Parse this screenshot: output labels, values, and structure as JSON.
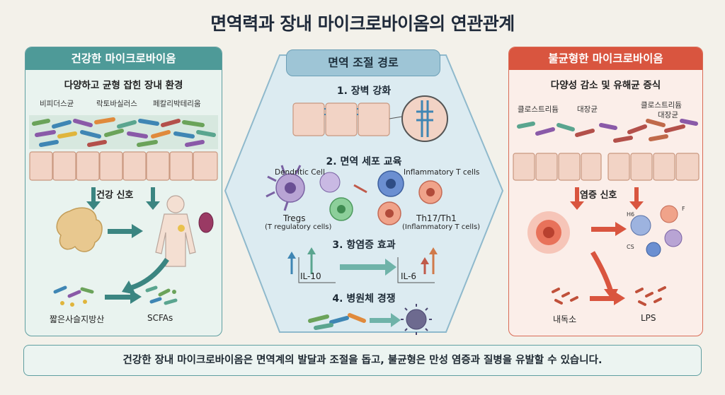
{
  "title": "면역력과 장내 마이크로바이옴의 연관관계",
  "left": {
    "header": "건강한 마이크로바이옴",
    "subtitle": "다양하고 균형 잡힌 장내 환경",
    "bacteria_labels": [
      "비피더스균",
      "락토바실러스",
      "페칼리박테리움"
    ],
    "signal": "건강 신호",
    "scfa_source": "짧은사슬지방산",
    "scfa": "SCFAs"
  },
  "center": {
    "header": "면역 조절 경로",
    "step1": "1. 장벽 강화",
    "step2": "2. 면역 세포 교육",
    "dendritic": "Dendritic Cell",
    "inflammatory": "Inflammatory T cells",
    "tregs": "Tregs",
    "tregs_full": "(T regulatory cells)",
    "th": "Th17/Th1",
    "th_full": "(Inflammatory T cells)",
    "step3": "3. 항염증 효과",
    "il10": "IL-10",
    "il6": "IL-6",
    "step4": "4. 병원체 경쟁"
  },
  "right": {
    "header": "불균형한 마이크로바이옴",
    "subtitle": "다양성 감소 및 유해균 증식",
    "bacteria_labels": [
      "클로스트리듐",
      "대장균",
      "클로스트리듐",
      "대장균"
    ],
    "signal": "염증 신호",
    "tiny_labels": [
      "H6",
      "F",
      "CS"
    ],
    "toxin": "내독소",
    "lps": "LPS"
  },
  "footer": "건강한 장내 마이크로바이옴은 면역계의 발달과 조절을 돕고, 불균형은 만성 염증과 질병을 유발할 수 있습니다.",
  "colors": {
    "teal": "#4e9a98",
    "red": "#d9553f",
    "center_bg": "#dcebf1"
  }
}
